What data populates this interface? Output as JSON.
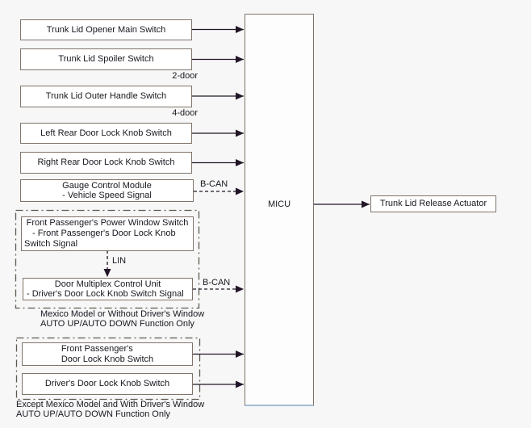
{
  "colors": {
    "background": "#f7f7f7",
    "box_fill": "#ffffff",
    "box_border": "#80746a",
    "group_border": "#5d5a50",
    "arrow": "#221526",
    "text": "#17171f",
    "micu_bottom": "#a3bcd4"
  },
  "micu": {
    "label": "MICU"
  },
  "actuator": {
    "label": "Trunk Lid Release Actuator"
  },
  "inputs": {
    "opener_main": {
      "label": "Trunk Lid Opener Main Switch"
    },
    "spoiler": {
      "label": "Trunk Lid Spoiler Switch",
      "variant": "2-door"
    },
    "outer_handle": {
      "label": "Trunk Lid Outer Handle Switch",
      "variant": "4-door"
    },
    "left_rear": {
      "label": "Left Rear Door Lock Knob Switch"
    },
    "right_rear": {
      "label": "Right Rear Door Lock Knob Switch"
    },
    "gauge": {
      "label": "Gauge Control Module",
      "signal": "- Vehicle Speed Signal",
      "bus": "B-CAN"
    }
  },
  "mexico_group": {
    "power_window": {
      "label": "Front Passenger's Power Window Switch",
      "signal": "- Front Passenger's Door Lock Knob Switch Signal"
    },
    "lin": "LIN",
    "door_multiplex": {
      "label": "Door Multiplex Control Unit",
      "signal": "- Driver's Door Lock Knob Switch Signal",
      "bus": "B-CAN"
    },
    "caption1": "Mexico Model or Without Driver's Window",
    "caption2": "AUTO UP/AUTO DOWN Function Only"
  },
  "except_mexico_group": {
    "front_passenger": {
      "line1": "Front Passenger's",
      "line2": "Door Lock Knob Switch"
    },
    "driver": {
      "label": "Driver's Door Lock Knob Switch"
    },
    "caption1": "Except Mexico Model and With Driver's Window",
    "caption2": "AUTO UP/AUTO DOWN Function Only"
  }
}
